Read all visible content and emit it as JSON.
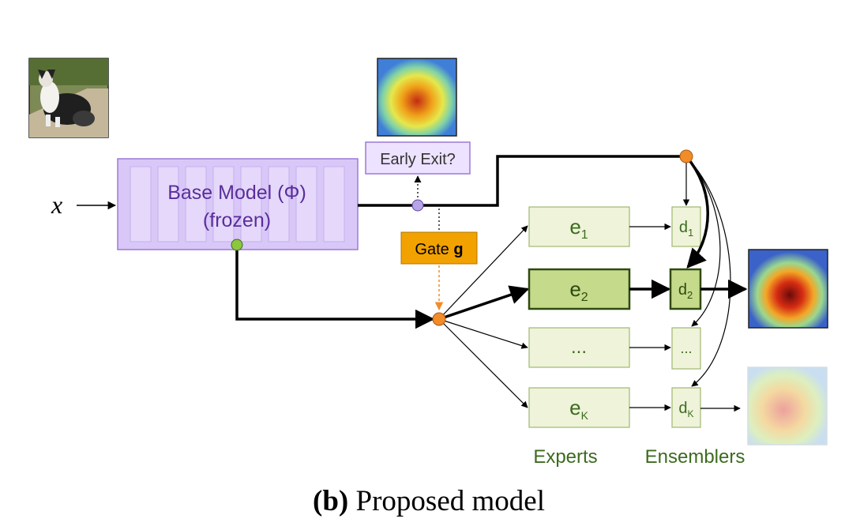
{
  "input_label": "x",
  "base_model": {
    "title": "Base Model (Φ)",
    "subtitle": "(frozen)"
  },
  "early_exit": {
    "label": "Early Exit?"
  },
  "gate": {
    "prefix": "Gate ",
    "symbol": "g"
  },
  "experts": {
    "items": [
      {
        "base": "e",
        "sub": "1"
      },
      {
        "base": "e",
        "sub": "2"
      },
      {
        "base": "",
        "sub": "",
        "text": "..."
      },
      {
        "base": "e",
        "sub": "K"
      }
    ],
    "label": "Experts"
  },
  "ensemblers": {
    "items": [
      {
        "base": "d",
        "sub": "1"
      },
      {
        "base": "d",
        "sub": "2"
      },
      {
        "base": "",
        "sub": "",
        "text": "..."
      },
      {
        "base": "d",
        "sub": "K"
      }
    ],
    "label": "Ensemblers"
  },
  "caption": {
    "bold": "(b)",
    "rest": " Proposed model"
  },
  "colors": {
    "base_fill": "#d9c8f7",
    "base_stroke": "#9b7ad9",
    "base_text": "#5a2e9a",
    "early_fill": "#ede2ff",
    "gate_fill": "#f2a200",
    "expert_fill": "#eef3d9",
    "expert_stroke": "#9fb870",
    "expert_active_fill": "#c5da8a",
    "expert_active_stroke": "#2f4a10",
    "green_text": "#3d6b1f",
    "node_orange": "#f28c28",
    "node_green": "#8dc63f",
    "node_purple": "#b6a4e6"
  }
}
